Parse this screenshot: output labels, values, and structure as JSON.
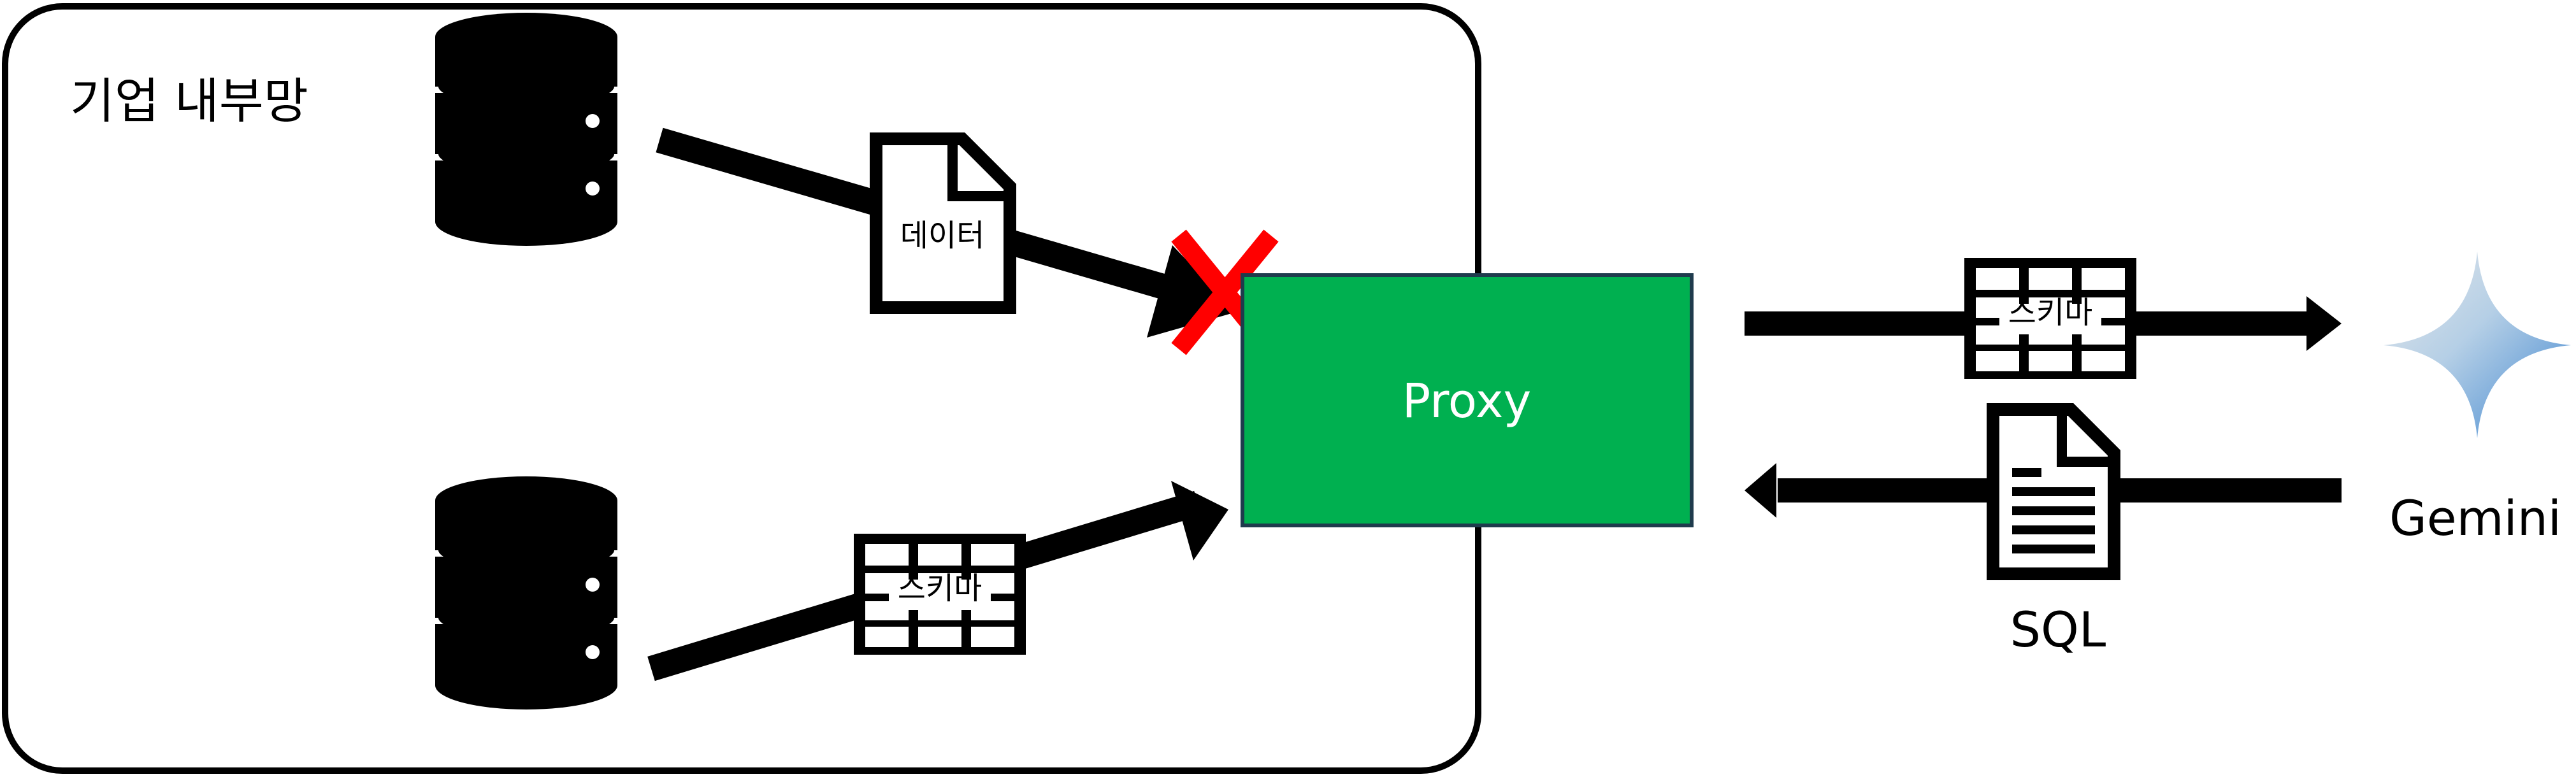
{
  "zone": {
    "label": "기업 내부망"
  },
  "proxy": {
    "label": "Proxy",
    "color": "#00b050",
    "border": "#1f3b4d"
  },
  "docs": {
    "data_label": "데이터",
    "sql_label": "SQL"
  },
  "schemas": {
    "left_label": "스키마",
    "right_label": "스키마"
  },
  "gemini": {
    "label": "Gemini",
    "colors": [
      "#e6e8ea",
      "#3c84cf"
    ]
  },
  "blocked": {
    "mark": "✕",
    "color": "#ff0000"
  },
  "icons": [
    "database-icon",
    "document-icon",
    "schema-table-icon",
    "sql-document-icon",
    "gemini-icon",
    "blocked-icon"
  ]
}
